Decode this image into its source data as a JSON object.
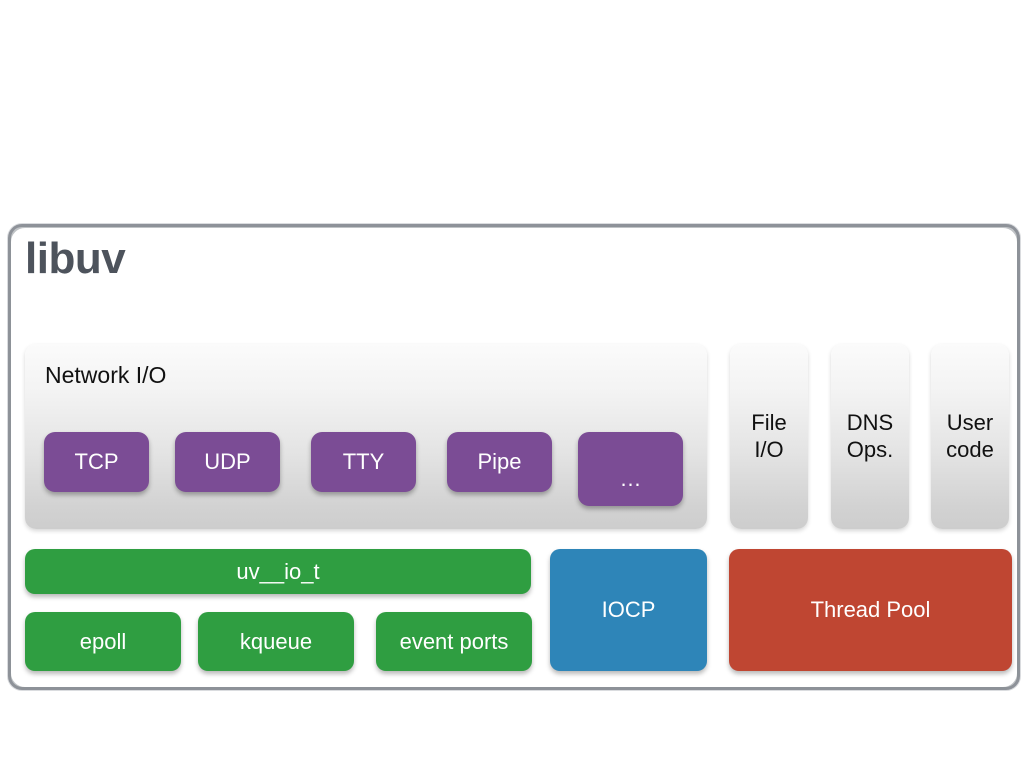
{
  "diagram": {
    "title": "libuv",
    "network_io": {
      "label": "Network I/O",
      "chips": [
        {
          "label": "TCP"
        },
        {
          "label": "UDP"
        },
        {
          "label": "TTY"
        },
        {
          "label": "Pipe"
        },
        {
          "label": "…"
        }
      ]
    },
    "columns": [
      {
        "label": "File\nI/O",
        "line1": "File",
        "line2": "I/O"
      },
      {
        "label": "DNS\nOps.",
        "line1": "DNS",
        "line2": "Ops."
      },
      {
        "label": "User\ncode",
        "line1": "User",
        "line2": "code"
      }
    ],
    "backends": {
      "uv_io_t": "uv__io_t",
      "epoll": "epoll",
      "kqueue": "kqueue",
      "event_ports": "event ports",
      "iocp": "IOCP",
      "thread_pool": "Thread Pool"
    },
    "colors": {
      "frame_border": "#8e9299",
      "title_text": "#4d535c",
      "chip_purple": "#7b4c95",
      "green": "#2f9e41",
      "blue": "#2e85b8",
      "red": "#bf4632",
      "panel_light_top": "#fbfbfb",
      "panel_light_bottom": "#cdcdcd",
      "page_background": "#ffffff"
    }
  }
}
